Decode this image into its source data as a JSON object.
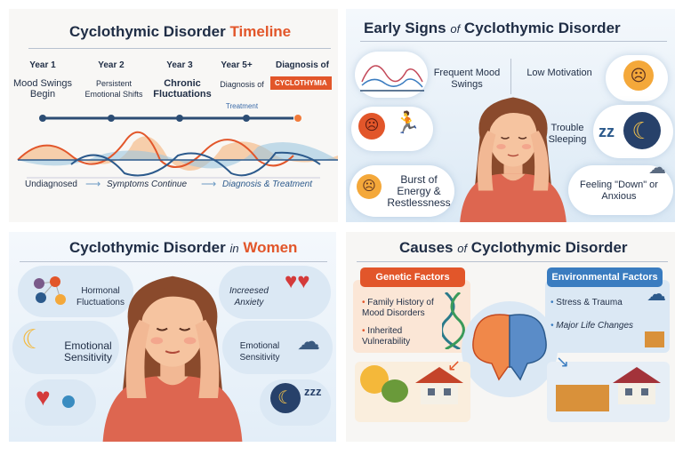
{
  "timeline_panel": {
    "title_main": "Cyclothymic Disorder",
    "title_accent": "Timeline",
    "stages": [
      {
        "year": "Year 1",
        "desc": "Mood Swings Begin"
      },
      {
        "year": "Year 2",
        "desc": "Persistent Emotional Shifts"
      },
      {
        "year": "Year 3",
        "desc": "Chronic Fluctuations"
      },
      {
        "year": "Year 5+",
        "desc": "Diagnosis of",
        "sub": "Treatment"
      }
    ],
    "final_label": "Diagnosis of",
    "final_badge": "CYCLOTHYMIA",
    "flow": [
      "Undiagnosed",
      "Symptoms Continue",
      "Diagnosis & Treatment"
    ],
    "colors": {
      "accent": "#e2562a",
      "blue": "#2c5a8c"
    }
  },
  "early_signs_panel": {
    "title_a": "Early Signs",
    "title_of": "of",
    "title_b": "Cyclothymic Disorder",
    "signs": [
      "Frequent Mood Swings",
      "Low Motivation",
      "Trouble Sleeping",
      "Burst of Energy & Restlessness",
      "Feeling \"Down\" or Anxious"
    ]
  },
  "women_panel": {
    "title_main": "Cyclothymic Disorder",
    "title_in": "in",
    "title_accent": "Women",
    "items": [
      "Hormonal Fluctuations",
      "Increesed Anxiety",
      "Emotional Sensitivity",
      "Emotional Sensitivity"
    ]
  },
  "causes_panel": {
    "title_a": "Causes",
    "title_of": "of",
    "title_b": "Cyclothymic Disorder",
    "genetic_header": "Genetic Factors",
    "genetic_items": [
      "Family History of Mood Disorders",
      "Inherited Vulnerability"
    ],
    "environmental_header": "Environmental Factors",
    "environmental_items": [
      "Stress & Trauma",
      "Major Life Changes"
    ],
    "colors": {
      "genetic": "#e2562a",
      "environmental": "#3a7cc0"
    }
  }
}
